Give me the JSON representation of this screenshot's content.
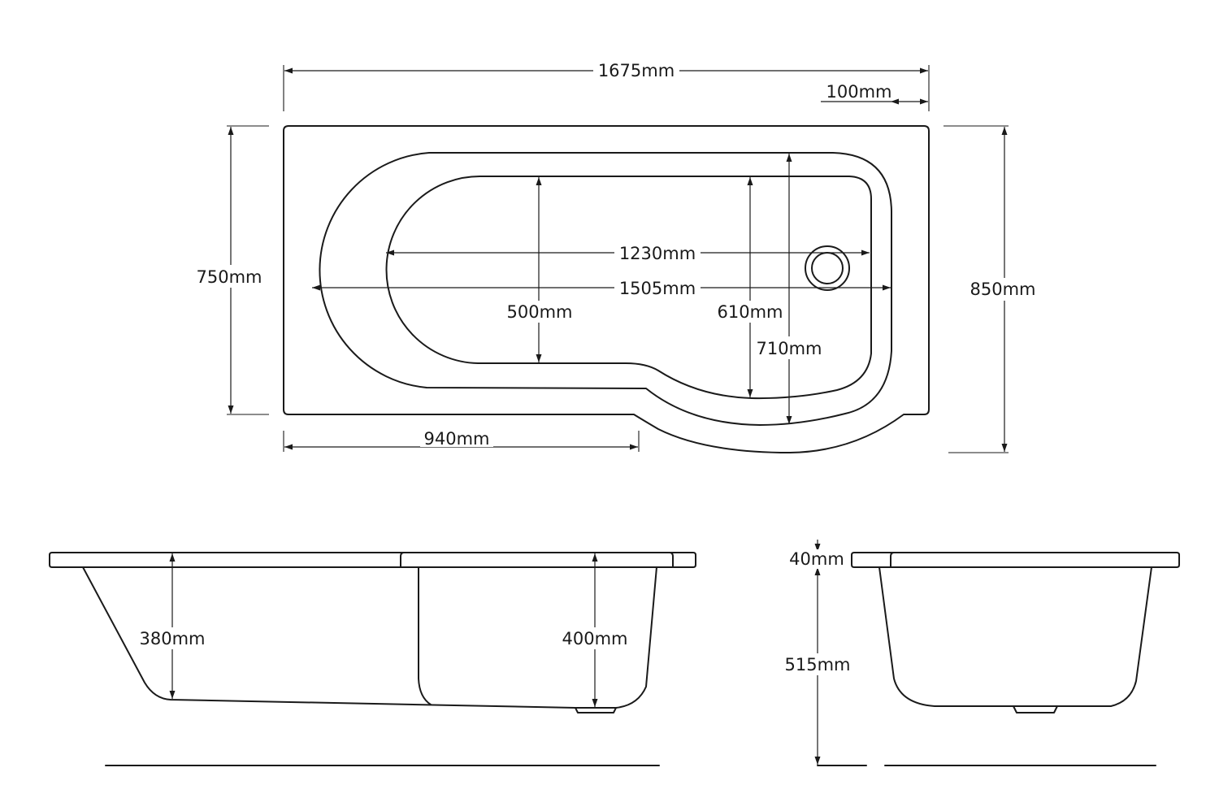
{
  "dimensions": {
    "overall_length": "1675mm",
    "shower_end_offset": "100mm",
    "bath_end_width": "750mm",
    "shower_end_width": "850mm",
    "inner_length": "1230mm",
    "outer_length": "1505mm",
    "inner_width_bath_end": "500mm",
    "inner_width_shower_end": "610mm",
    "outer_width_shower_end": "710mm",
    "straight_side_length": "940mm",
    "depth_bath_end": "380mm",
    "depth_shower_end": "400mm",
    "rim_thickness": "40mm",
    "overall_height": "515mm"
  },
  "icons": {
    "arrowheads": "arrow-icon",
    "waste": "waste-outlet-icon"
  },
  "colors": {
    "line": "#1a1a1a",
    "background": "#ffffff"
  }
}
